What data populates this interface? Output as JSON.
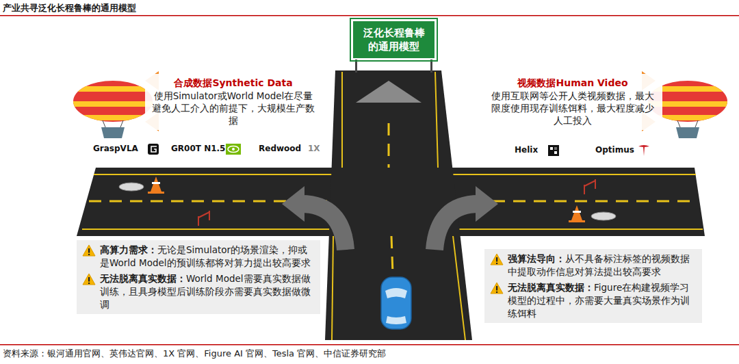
{
  "diagram": {
    "title": "产业共寻泛化长程鲁棒的通用模型",
    "caption": "资料来源：银河通用官网、英伟达官网、1X 官网、Figure AI 官网、Tesla 官网、中信证券研究部",
    "nodes": [
      {
        "text": [
          "泛化长程鲁棒 的通用模型"
        ]
      },
      {
        "text": [
          "合成数据Synthetic Data",
          "使用Simulator或World Model在尽量避免人工介入的前提下，大规模生产数据"
        ]
      },
      {
        "text": [
          "视频数据Human Video",
          "使用互联网等公开人类视频数据，最大限度使用现存训练饵料，最大程度减少人工投入"
        ]
      },
      {
        "text": [
          "高算力需求：无论是Simulator的场景渲染，抑或是World Model的预训练都将对算力提出较高要求",
          "无法脱离真实数据：World Model需要真实数据做训练，且具身模型后训练阶段亦需要真实数据做微调"
        ]
      },
      {
        "text": [
          "强算法导向：从不具备标注标签的视频数据中提取动作信息对算法提出较高要求",
          "无法脱离真实数据：Figure在构建视频学习模型的过程中，亦需要大量真实场景作为训练饵料"
        ]
      }
    ],
    "labels": [
      "GraspVLA",
      "GR00T N1.5",
      "Redwood",
      "1X",
      "Helix",
      "Optimus"
    ]
  }
}
